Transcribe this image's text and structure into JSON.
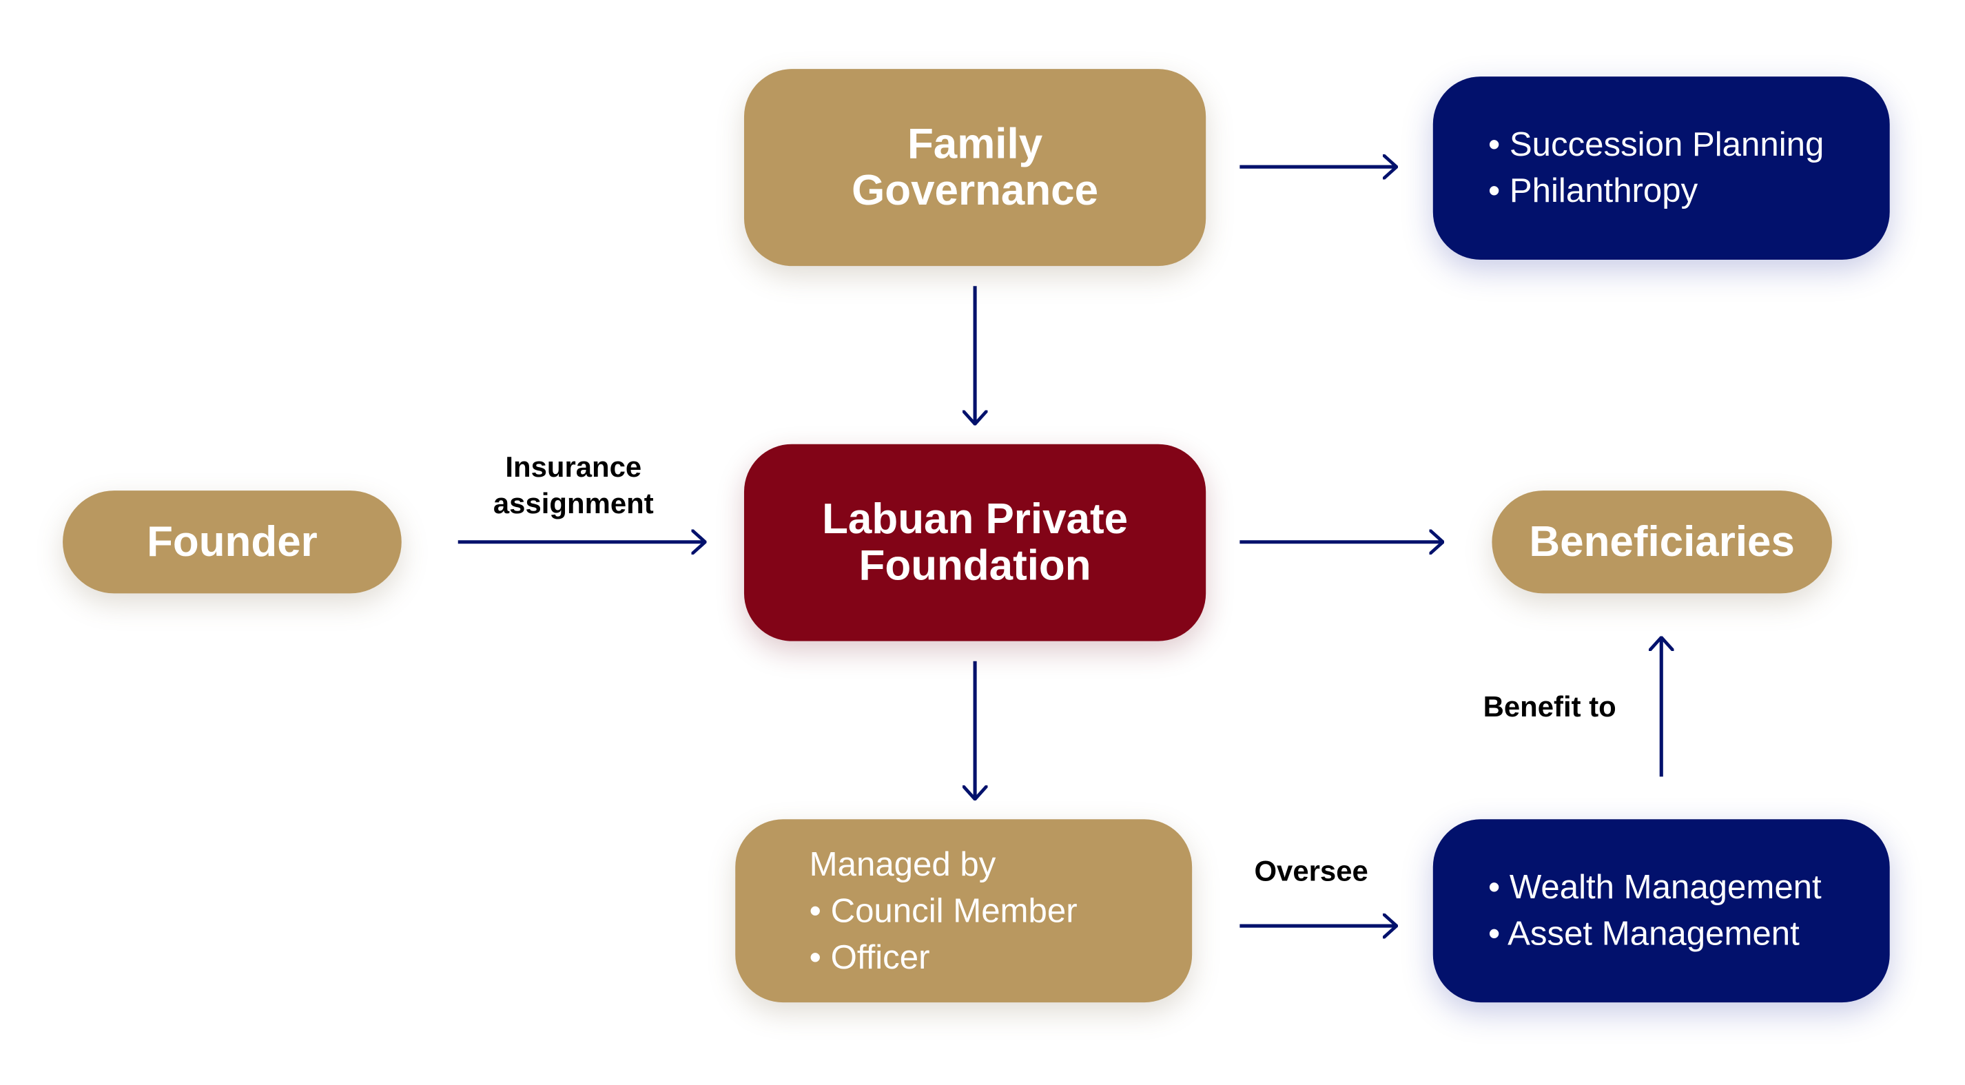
{
  "nodes": {
    "family_governance": {
      "line1": "Family",
      "line2": "Governance"
    },
    "succession": {
      "items": [
        "Succession Planning",
        "Philanthropy"
      ]
    },
    "foundation": {
      "line1": "Labuan Private",
      "line2": "Foundation"
    },
    "founder": {
      "label": "Founder"
    },
    "beneficiaries": {
      "label": "Beneficiaries"
    },
    "managed": {
      "heading": "Managed by",
      "items": [
        "Council Member",
        "Officer"
      ]
    },
    "wealth": {
      "items": [
        "Wealth Management",
        "Asset Management"
      ]
    }
  },
  "edge_labels": {
    "insurance": {
      "line1": "Insurance",
      "line2": "assignment"
    },
    "oversee": "Oversee",
    "benefit": "Benefit to"
  },
  "colors": {
    "gold": "#B99860",
    "maroon": "#820417",
    "navy": "#02116C",
    "arrow": "#02116C"
  }
}
